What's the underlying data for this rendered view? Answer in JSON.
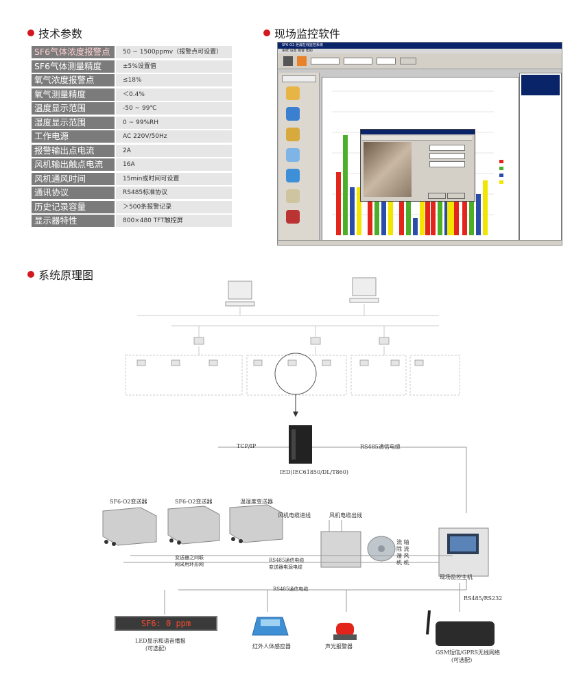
{
  "sections": {
    "specs_title": "技术参数",
    "software_title": "现场监控软件",
    "diagram_title": "系统原理图"
  },
  "specs": [
    {
      "key": "SF6气体浓度报警点",
      "value": "50 ~ 1500ppmv（报警点可设置）"
    },
    {
      "key": "SF6气体测量精度",
      "value": "±5%设置值"
    },
    {
      "key": "氧气浓度报警点",
      "value": "≤18%"
    },
    {
      "key": "氧气测量精度",
      "value": "＜0.4%"
    },
    {
      "key": "温度显示范围",
      "value": "-50 ~ 99℃"
    },
    {
      "key": "湿度显示范围",
      "value": "0 ~ 99%RH"
    },
    {
      "key": "工作电源",
      "value": "AC 220V/50Hz"
    },
    {
      "key": "报警输出点电流",
      "value": "2A"
    },
    {
      "key": "风机输出触点电流",
      "value": "16A"
    },
    {
      "key": "风机通风时间",
      "value": "15min或时间可设置"
    },
    {
      "key": "通讯协议",
      "value": "RS485标准协议"
    },
    {
      "key": "历史记录容量",
      "value": "＞500条报警记录"
    },
    {
      "key": "显示器特性",
      "value": "800×480 TFT触控屏"
    }
  ],
  "diagram": {
    "tcpip": "TCP/IP",
    "rs485_cable": "RS485通信电缆",
    "ied": "IED(IEC61850/DL/T860)",
    "sensor1": "SF6-O2变送器",
    "sensor2": "SF6-O2变送器",
    "sensor3": "温湿度变送器",
    "fan_in": "风机电缆进线",
    "fan_out": "风机电缆出线",
    "fan_desc": "流 轴\n除 流\n湿 风\n机 机",
    "bus_note1": "变送器之间联",
    "bus_note2": "网采用环形网",
    "bus_cable1": "RS485通信电缆",
    "bus_cable2": "变送器电源电缆",
    "host": "现场监控主机",
    "rs485_rs232": "RS485/RS232",
    "rs485_bottom": "RS485通信电缆",
    "led_text": "SF6: 0 ppm",
    "led_label1": "LED显示和语音播报",
    "led_label2": "(可选配)",
    "ir_label": "红外人体感应器",
    "alarm_label": "声光报警器",
    "gsm_label1": "GSM短信/GPRS无线网络",
    "gsm_label2": "(可选配)"
  }
}
